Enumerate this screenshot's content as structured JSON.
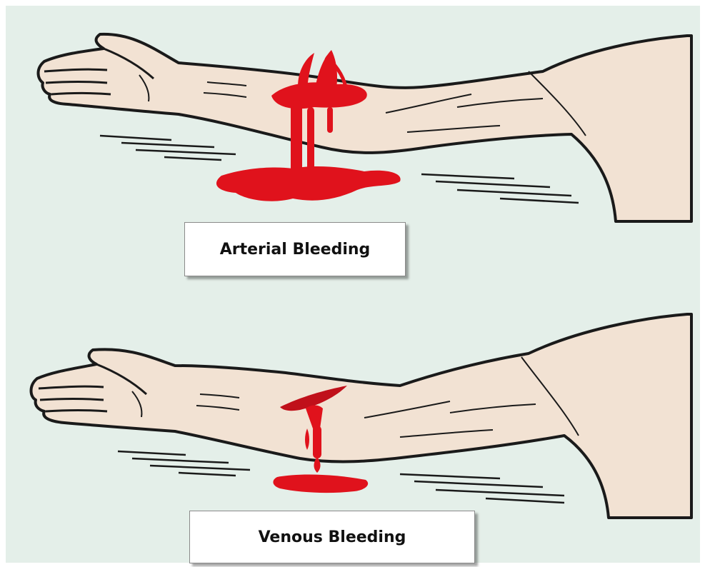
{
  "labels": {
    "arterial": "Arterial Bleeding",
    "venous": "Venous Bleeding"
  },
  "colors": {
    "background": "#e4efe9",
    "skin": "#f2e2d3",
    "outline": "#1a1a1a",
    "blood": "#e0121c"
  },
  "illustrations": [
    {
      "subject": "arm-arterial-bleeding",
      "bleeding_type": "arterial"
    },
    {
      "subject": "arm-venous-bleeding",
      "bleeding_type": "venous"
    }
  ]
}
